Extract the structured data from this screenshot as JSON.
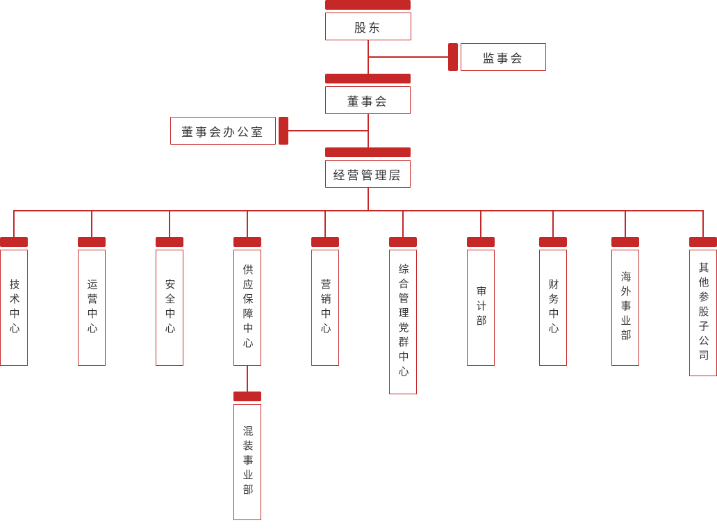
{
  "accent_color": "#c62828",
  "top": {
    "shareholders": "股东",
    "supervisory_board": "监事会",
    "board": "董事会",
    "board_office": "董事会办公室",
    "management": "经营管理层"
  },
  "departments": [
    {
      "label": "技术中心"
    },
    {
      "label": "运营中心"
    },
    {
      "label": "安全中心"
    },
    {
      "label": "供应保障中心",
      "sub": "混装事业部"
    },
    {
      "label": "营销中心"
    },
    {
      "label": "综合管理党群中心"
    },
    {
      "label": "审计部"
    },
    {
      "label": "财务中心"
    },
    {
      "label": "海外事业部"
    },
    {
      "label": "其他参股子公司"
    }
  ]
}
